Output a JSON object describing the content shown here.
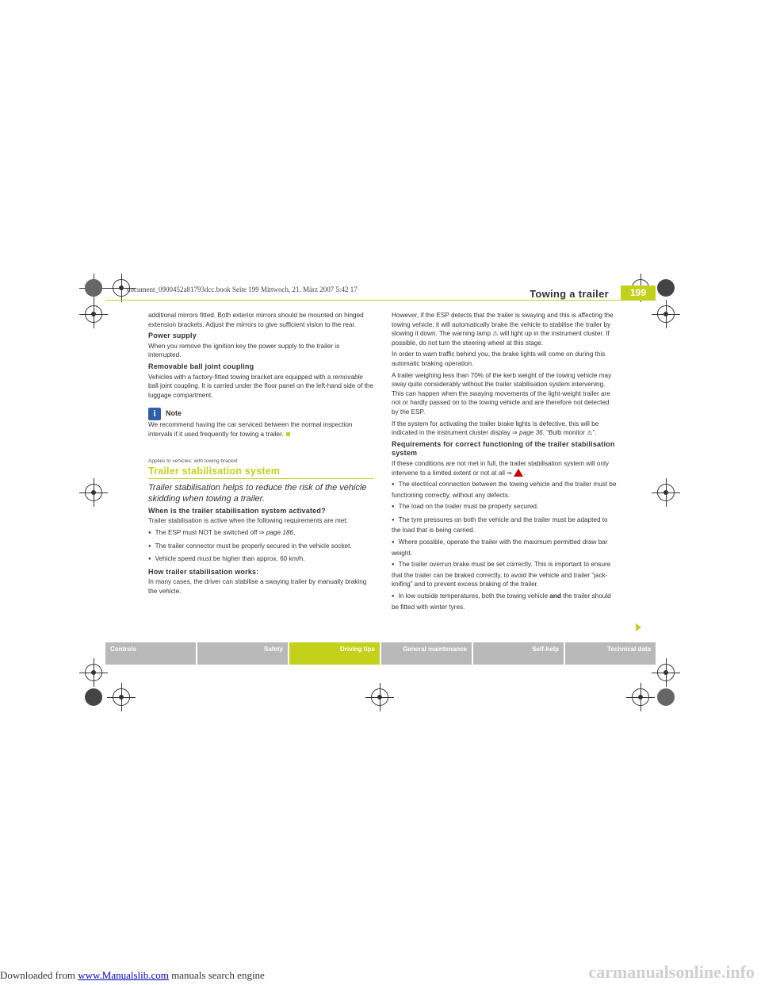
{
  "header": {
    "title": "Towing a trailer",
    "page": "199",
    "meta": "document_0900452a81793dcc.book  Seite 199  Mittwoch, 21. März 2007  5:42 17"
  },
  "left": {
    "p1": "additional mirrors fitted. Both exterior mirrors should be mounted on hinged extension brackets. Adjust the mirrors to give sufficient vision to the rear.",
    "h_power": "Power supply",
    "p_power": "When you remove the ignition key the power supply to the trailer is interrupted.",
    "h_ball": "Removable ball joint coupling",
    "p_ball_a": "Vehicles with a factory-fitted towing bracket are equipped with a",
    "p_ball_em": "removable",
    "p_ball_b": " ball joint coupling. It is carried under the floor panel on the left-hand side of the luggage compartment.",
    "note_icon": "i",
    "note_label": "Note",
    "note_text": "We recommend having the car serviced between the normal inspection intervals if it used frequently for towing a trailer.",
    "applies": "Applies to vehicles: with towing bracket",
    "section_title": "Trailer stabilisation system",
    "intro": "Trailer stabilisation helps to reduce the risk of the vehicle skidding when towing a trailer.",
    "h_when": "When is the trailer stabilisation system activated?",
    "p_when": "Trailer stabilisation is active when the following requirements are met:",
    "b1_a": "The ESP must NOT be switched off ⇒ ",
    "b1_link": "page 186",
    "b1_b": ",",
    "b2": "The trailer connector must be properly secured in the vehicle socket.",
    "b3": "Vehicle speed must be higher than approx. 60 km/h.",
    "h_how": "How trailer stabilisation works:",
    "p_how": "In many cases, the driver can stabilise a swaying trailer by manually braking the vehicle."
  },
  "right": {
    "p1": "However, if the ESP detects that the trailer is swaying and this is affecting the towing vehicle, it will automatically brake the vehicle to stabilise the trailer by slowing it down. The warning lamp ⚠ will light up in the instrument cluster. If possible, do not turn the steering wheel at this stage.",
    "p2": "In order to warn traffic behind you, the brake lights will come on during this automatic braking operation.",
    "p3": "A trailer weighing less than 70% of the kerb weight of the towing vehicle may sway quite considerably without the trailer stabilisation system intervening. This can happen when the swaying movements of the light-weight trailer are not or hardly passed on to the towing vehicle and are therefore not detected by the ESP.",
    "p4_a": "If the system for activating the trailer brake lights is defective, this will be indicated in the instrument cluster display ⇒ ",
    "p4_link": "page 36",
    "p4_b": ", “Bulb monitor ⚠”.",
    "h_req": "Requirements for correct functioning of the trailer stabilisation system",
    "p_req": "If these conditions are not met in full, the trailer stabilisation system will only intervene to a limited extent or not at all ⇒",
    "b1": "The electrical connection between the towing vehicle and the trailer must be functioning correctly, without any defects.",
    "b2": "The load on the trailer must be properly secured.",
    "b3": "The tyre pressures on both the vehicle and the trailer must be adapted to the load that is being carried.",
    "b4": "Where possible, operate the trailer with the maximum permitted draw bar weight.",
    "b5": "The trailer overrun brake must be set correctly. This is important to ensure that the trailer can be braked correctly, to avoid the vehicle and trailer “jack-knifing” and to prevent excess braking of the trailer.",
    "b6_a": "In low outside temperatures, both the towing vehicle ",
    "b6_and": "and",
    "b6_b": " the trailer should be fitted with winter tyres."
  },
  "tabs": [
    {
      "label": "Controls"
    },
    {
      "label": "Safety"
    },
    {
      "label": "Driving tips"
    },
    {
      "label": "General maintenance"
    },
    {
      "label": "Self-help"
    },
    {
      "label": "Technical data"
    }
  ],
  "footer": {
    "prefix": "Downloaded from ",
    "link": "www.Manualslib.com",
    "suffix": "  manuals search engine",
    "watermark": "carmanualsonline.info"
  },
  "colors": {
    "accent": "#c4d11a",
    "tab_grey": "#b9b9b9",
    "note_blue": "#2f5fa8",
    "warning_red": "#cc0000"
  }
}
